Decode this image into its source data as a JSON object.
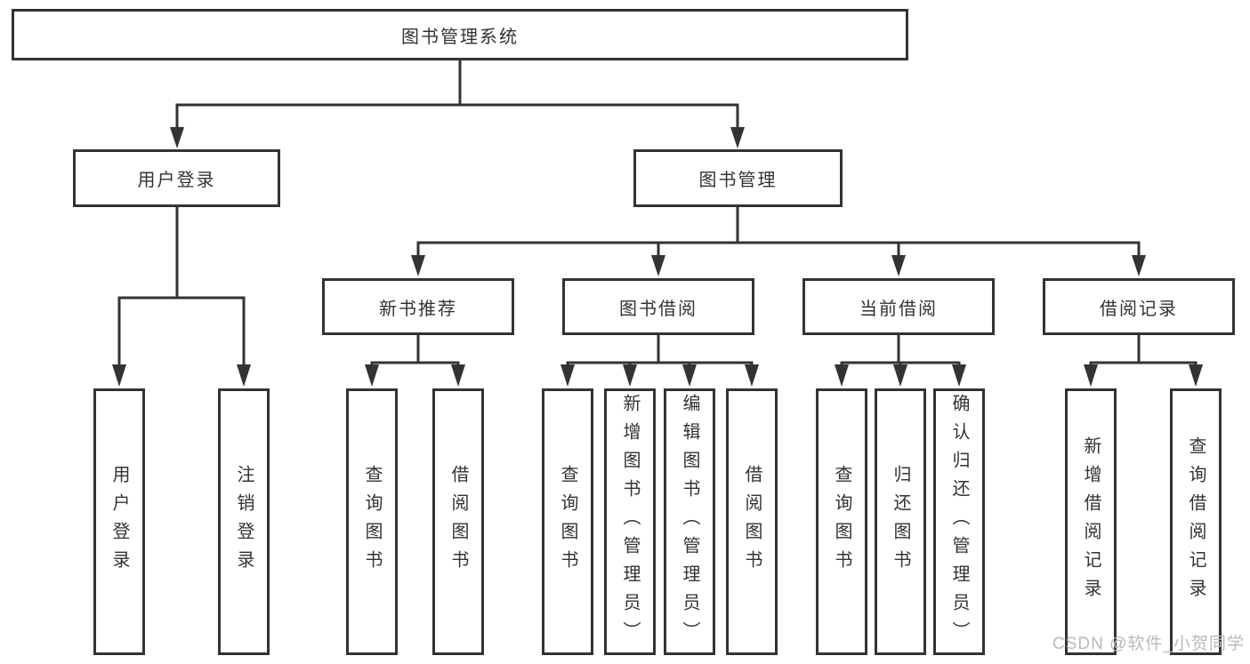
{
  "colors": {
    "line": "#333333",
    "text": "#333333",
    "watermark": "#b9b9b9",
    "background": "#ffffff"
  },
  "diagram": {
    "tree": {
      "label": "图书管理系统",
      "children": [
        {
          "label": "用户登录",
          "children": [
            {
              "label": "用户登录"
            },
            {
              "label": "注销登录"
            }
          ]
        },
        {
          "label": "图书管理",
          "children": [
            {
              "label": "新书推荐",
              "children": [
                {
                  "label": "查询图书"
                },
                {
                  "label": "借阅图书"
                }
              ]
            },
            {
              "label": "图书借阅",
              "children": [
                {
                  "label": "查询图书"
                },
                {
                  "label": "新增图书（管理员）"
                },
                {
                  "label": "编辑图书（管理员）"
                },
                {
                  "label": "借阅图书"
                }
              ]
            },
            {
              "label": "当前借阅",
              "children": [
                {
                  "label": "查询图书"
                },
                {
                  "label": "归还图书"
                },
                {
                  "label": "确认归还（管理员）"
                }
              ]
            },
            {
              "label": "借阅记录",
              "children": [
                {
                  "label": "新增借阅记录"
                },
                {
                  "label": "查询借阅记录"
                }
              ]
            }
          ]
        }
      ]
    }
  },
  "watermark": {
    "text": "CSDN @软件_小贺同学"
  }
}
